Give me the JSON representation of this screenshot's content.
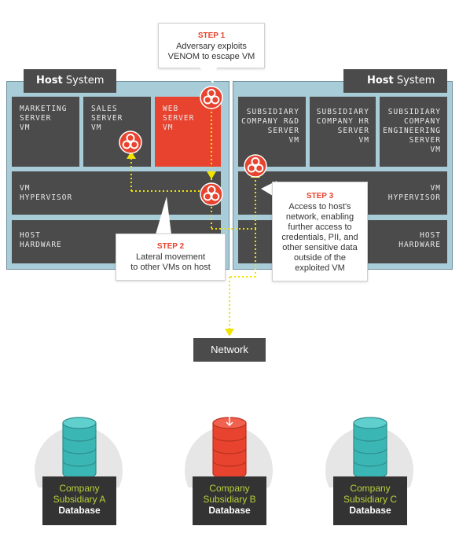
{
  "left_host": {
    "bold": "Host",
    "rest": " System"
  },
  "right_host": {
    "bold": "Host",
    "rest": " System"
  },
  "left_boxes": {
    "marketing": "MARKETING\nSERVER\nVM",
    "sales": "SALES\nSERVER\nVM",
    "web": "WEB\nSERVER\nVM",
    "hypervisor": "VM\nHYPERVISOR",
    "hardware": "HOST\nHARDWARE"
  },
  "right_boxes": {
    "rnd": "SUBSIDIARY\nCOMPANY R&D\nSERVER\nVM",
    "hr": "SUBSIDIARY\nCOMPANY HR\nSERVER\nVM",
    "eng": "SUBSIDIARY\nCOMPANY\nENGINEERING\nSERVER\nVM",
    "hypervisor": "VM\nHYPERVISOR",
    "hardware": "HOST\nHARDWARE"
  },
  "steps": {
    "s1": {
      "title": "STEP 1",
      "desc": "Adversary exploits\nVENOM to escape VM"
    },
    "s2": {
      "title": "STEP 2",
      "desc": "Lateral movement\nto other VMs on host"
    },
    "s3": {
      "title": "STEP 3",
      "desc": "Access to host's\nnetwork, enabling\nfurther access to\ncredentials, PII, and\nother sensitive data\noutside of the\nexploited VM"
    }
  },
  "network_label": "Network",
  "databases": [
    {
      "name": "Company\nSubsidiary A",
      "kind": "Database",
      "color": "#3ab7b5"
    },
    {
      "name": "Company\nSubsidiary B",
      "kind": "Database",
      "color": "#e8432e"
    },
    {
      "name": "Company\nSubsidiary C",
      "kind": "Database",
      "color": "#3ab7b5"
    }
  ],
  "colors": {
    "accent": "#e8432e",
    "path": "#f2e200",
    "panel": "#a9ccd9",
    "box": "#4b4b4b"
  },
  "icons": [
    "biohazard-icon",
    "database-icon",
    "arrow-down-icon"
  ]
}
